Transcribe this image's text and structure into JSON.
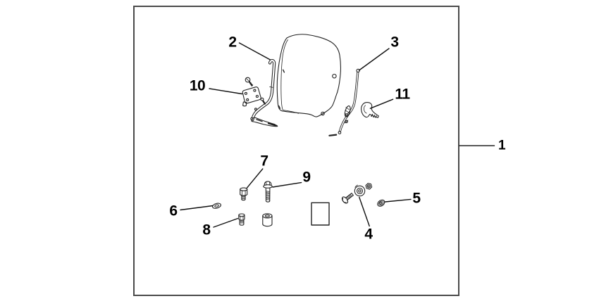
{
  "diagram": {
    "type": "exploded-parts-diagram",
    "callouts": [
      {
        "text": "1"
      },
      {
        "text": "2"
      },
      {
        "text": "3"
      },
      {
        "text": "4"
      },
      {
        "text": "5"
      },
      {
        "text": "6"
      },
      {
        "text": "7"
      },
      {
        "text": "8"
      },
      {
        "text": "9"
      },
      {
        "text": "10"
      },
      {
        "text": "11"
      }
    ],
    "colors": {
      "background": "#ffffff",
      "frame_border": "#4a4a4a",
      "line_art": "#222222",
      "leader": "#111111",
      "label": "#000000"
    }
  }
}
